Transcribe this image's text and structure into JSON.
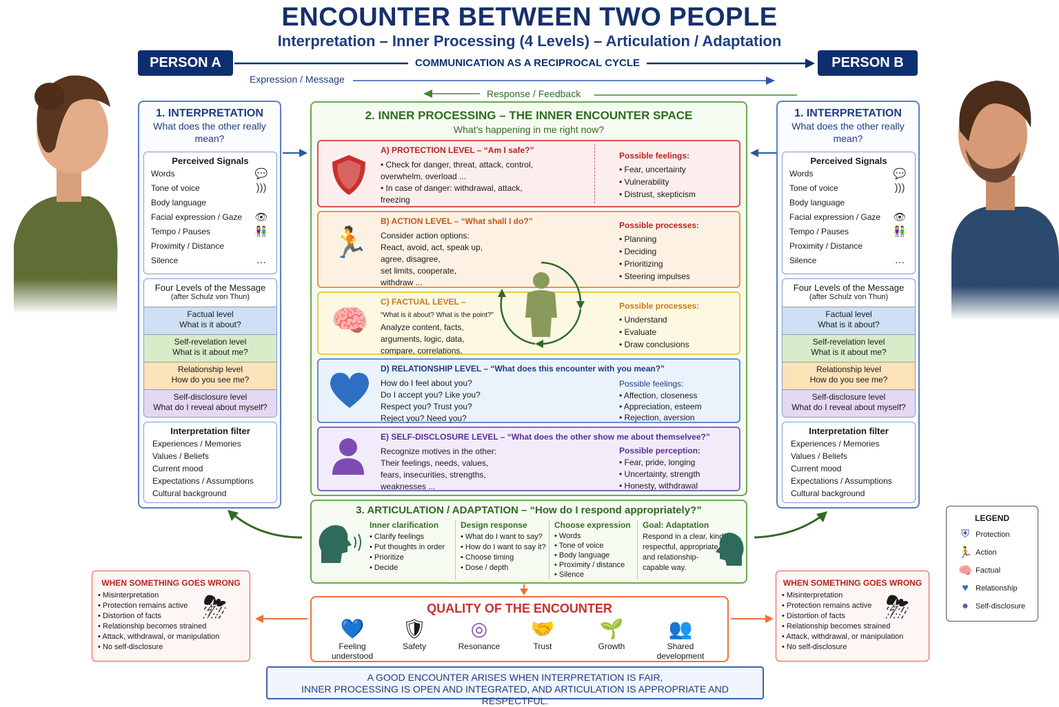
{
  "header": {
    "title": "ENCOUNTER BETWEEN TWO PEOPLE",
    "subtitle": "Interpretation – Inner Processing (4 Levels) – Articulation / Adaptation",
    "person_a": "PERSON A",
    "person_b": "PERSON B",
    "cycle_label": "COMMUNICATION AS A RECIPROCAL CYCLE",
    "expression": "Expression / Message",
    "response": "Response / Feedback"
  },
  "interpretation": {
    "title": "1. INTERPRETATION",
    "question": "What does the other really mean?",
    "signals_title": "Perceived Signals",
    "signals": [
      {
        "label": "Words",
        "icon": "speech-bubble-icon"
      },
      {
        "label": "Tone of voice",
        "icon": "sound-waves-icon"
      },
      {
        "label": "Body language",
        "icon": ""
      },
      {
        "label": "Facial expression / Gaze",
        "icon": "eye-icon"
      },
      {
        "label": "Tempo / Pauses",
        "icon": "people-icon"
      },
      {
        "label": "Proximity / Distance",
        "icon": ""
      },
      {
        "label": "Silence",
        "icon": "ellipsis-icon"
      }
    ],
    "four_levels_title": "Four Levels of the Message",
    "four_levels_sub": "(after Schulz von Thun)",
    "levels": [
      {
        "name": "Factual level",
        "q": "What is it about?",
        "color": "#cfe0f5"
      },
      {
        "name": "Self-revelation level",
        "q": "What is it about me?",
        "color": "#d9ecc9"
      },
      {
        "name": "Relationship level",
        "q": "How do you see me?",
        "color": "#fbe2b8"
      },
      {
        "name": "Self-disclosure level",
        "q": "What do I reveal about myself?",
        "color": "#e4d8f2"
      }
    ],
    "filter_title": "Interpretation filter",
    "filters": [
      "Experiences / Memories",
      "Values / Beliefs",
      "Current mood",
      "Expectations / Assumptions",
      "Cultural background"
    ]
  },
  "inner": {
    "title": "2. INNER  PROCESSING – THE INNER ENCOUNTER SPACE",
    "question": "What's happening in me right now?",
    "protection": {
      "head": "A) PROTECTION LEVEL – “Am I safe?”",
      "text": [
        "• Check for danger, threat, attack, control,",
        "   overwhelm, overload ...",
        "• In case of danger: withdrawal, attack,",
        "   freezing"
      ],
      "right_head": "Possible feelings:",
      "right": [
        "• Fear, uncertainty",
        "• Vulnerability",
        "• Distrust, skepticism"
      ]
    },
    "action": {
      "head": "B) ACTION LEVEL – “What shall I do?”",
      "text": [
        "Consider action options:",
        "React, avoid, act, speak up,",
        "agree, disagree,",
        "set limits, cooperate,",
        "withdraw ..."
      ],
      "right_head": "Possible processes:",
      "right": [
        "• Planning",
        "• Deciding",
        "• Prioritizing",
        "• Steering impulses"
      ]
    },
    "factual": {
      "head": "C) FACTUAL LEVEL –",
      "sub": "“What is it about? What is the point?”",
      "text": [
        "Analyze content, facts,",
        "arguments, logic, data,",
        "compare, correlations."
      ],
      "right_head": "Possible processes:",
      "right": [
        "• Understand",
        "• Evaluate",
        "• Draw conclusions"
      ]
    },
    "relationship": {
      "head": "D) RELATIONSHIP LEVEL – “What does this encounter with you mean?”",
      "text": [
        "How do I feel about you?",
        "Do I accept you? Like you?",
        "Respect you? Trust you?",
        "Reject you? Need you?"
      ],
      "right_head": "Possible feelings:",
      "right": [
        "• Affection, closeness",
        "• Appreciation, esteem",
        "• Rejection, aversion"
      ]
    },
    "selfdisclosure": {
      "head": "E) SELF-DISCLOSURE LEVEL – “What does the other show me about themselvee?”",
      "text": [
        "Recognize motives in the other:",
        "Their feelings, needs, values,",
        "fears, insecurities, strengths,",
        "weaknesses ..."
      ],
      "right_head": "Possible perception:",
      "right": [
        "• Fear, pride, longing",
        "• Uncertainty, strength",
        "• Honesty, withdrawal"
      ]
    }
  },
  "articulation": {
    "title": "3.  ARTICULATION / ADAPTATION – “How do I respond appropriately?”",
    "cols": [
      {
        "head": "Inner clarification",
        "items": [
          "• Clarify feelings",
          "• Put thoughts in order",
          "• Prioritize",
          "• Decide"
        ]
      },
      {
        "head": "Design response",
        "items": [
          "• What do I want to say?",
          "• How do I want to say it?",
          "• Choose timing",
          "• Dose / depth"
        ]
      },
      {
        "head": "Choose expression",
        "items": [
          "• Words",
          "• Tone of voice",
          "• Body language",
          "• Proximity / distance",
          "• Silence"
        ]
      },
      {
        "head": "Goal: Adaptation",
        "items": [
          "Respond in a clear, kind,",
          "respectful, appropriate,",
          "and relationship-",
          "capable way."
        ]
      }
    ]
  },
  "wrong": {
    "title": "WHEN SOMETHING GOES WRONG",
    "items": [
      "• Misinterpretation",
      "• Protection remains active",
      "• Distortion of facts",
      "• Relationship becomes strained",
      "• Attack, withdrawal, or manipulation",
      "• No self-disclosure"
    ]
  },
  "quality": {
    "title": "QUALITY OF THE ENCOUNTER",
    "items": [
      {
        "label": "Feeling understood",
        "icon": "heart-people-icon"
      },
      {
        "label": "Safety",
        "icon": "shield-icon"
      },
      {
        "label": "Resonance",
        "icon": "ripple-icon"
      },
      {
        "label": "Trust",
        "icon": "handshake-icon"
      },
      {
        "label": "Growth",
        "icon": "sprout-icon"
      },
      {
        "label": "Shared development",
        "icon": "team-icon"
      }
    ]
  },
  "summary": {
    "line1": "A GOOD  ENCOUNTER ARISES WHEN INTERPRETATION IS FAIR,",
    "line2": "INNER PROCESSING IS OPEN AND INTEGRATED, AND ARTICULATION IS APPROPRIATE  AND RESPECTFUL."
  },
  "legend": {
    "title": "LEGEND",
    "items": [
      {
        "label": "Protection",
        "icon": "shield-icon",
        "color": "#2d4f9e"
      },
      {
        "label": "Action",
        "icon": "runner-icon",
        "color": "#e8701f"
      },
      {
        "label": "Factual",
        "icon": "brain-icon",
        "color": "#f0a81c"
      },
      {
        "label": "Relationship",
        "icon": "heart-icon",
        "color": "#2e6fc4"
      },
      {
        "label": "Self-disclosure",
        "icon": "person-icon",
        "color": "#7d4cb3"
      }
    ]
  }
}
